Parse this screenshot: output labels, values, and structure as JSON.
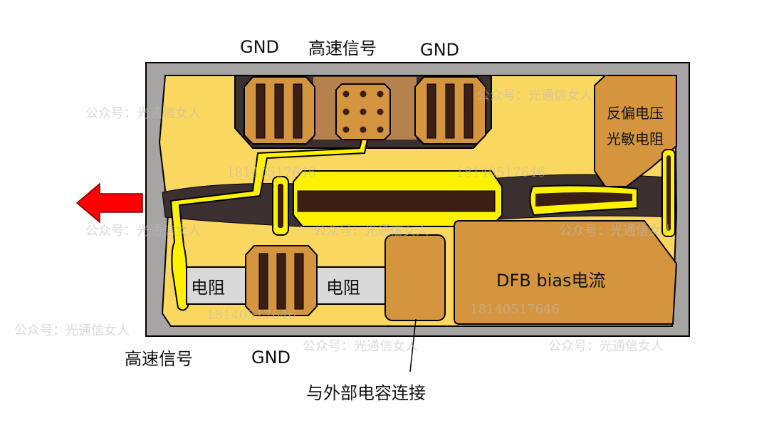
{
  "labels": {
    "gnd_top_left": "GND",
    "high_speed_top": "高速信号",
    "gnd_top_right": "GND",
    "reverse_bias": "反偏电压",
    "photoresistor": "光敏电阻",
    "resistor_left": "电阻",
    "resistor_right": "电阻",
    "dfb_bias": "DFB bias电流",
    "high_speed_bottom": "高速信号",
    "gnd_bottom": "GND",
    "external_cap": "与外部电容连接"
  },
  "watermarks": {
    "account": "公众号：光通信女人",
    "phone": "18140517646"
  },
  "colors": {
    "housing": "#a7a4a4",
    "substrate": "#fad860",
    "pad": "#d5953f",
    "dark": "#3b2f2f",
    "trace": "#fff200",
    "resistor": "#d9d9d9",
    "arrow": "#ff0000"
  }
}
